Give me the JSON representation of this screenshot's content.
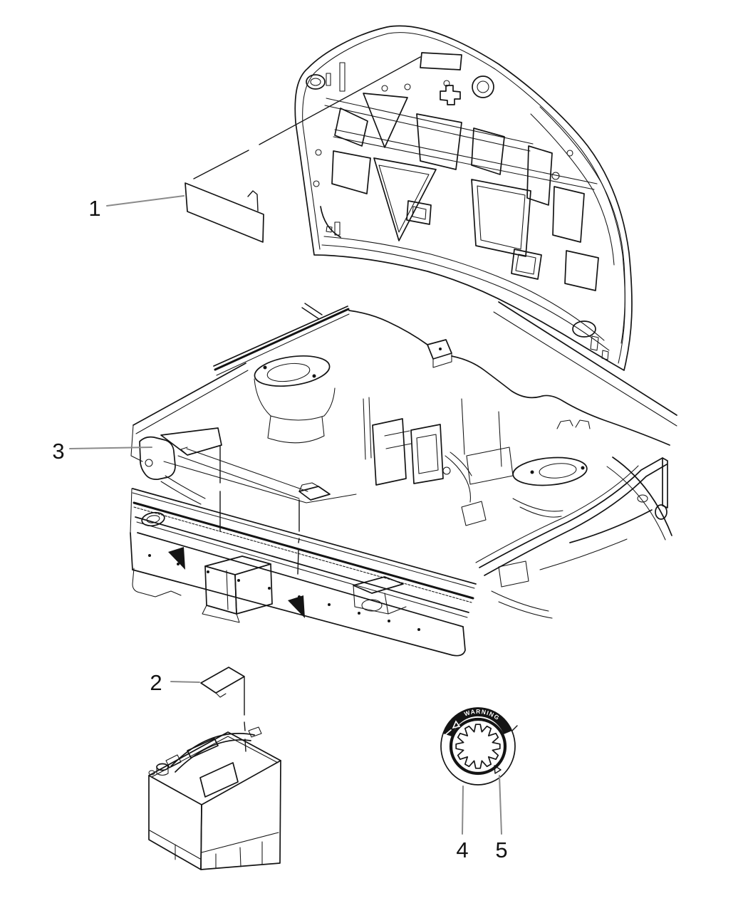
{
  "diagram": {
    "type": "vehicle-parts-line-diagram",
    "callouts": [
      {
        "number": "1"
      },
      {
        "number": "2"
      },
      {
        "number": "3"
      },
      {
        "number": "4"
      },
      {
        "number": "5"
      }
    ],
    "cap": {
      "warning_text": "WARNING"
    },
    "colors": {
      "line": "#141414",
      "leader": "#8a8a8a",
      "warning_band_fill": "#141414",
      "warning_band_text": "#ffffff",
      "background": "#ffffff"
    }
  }
}
